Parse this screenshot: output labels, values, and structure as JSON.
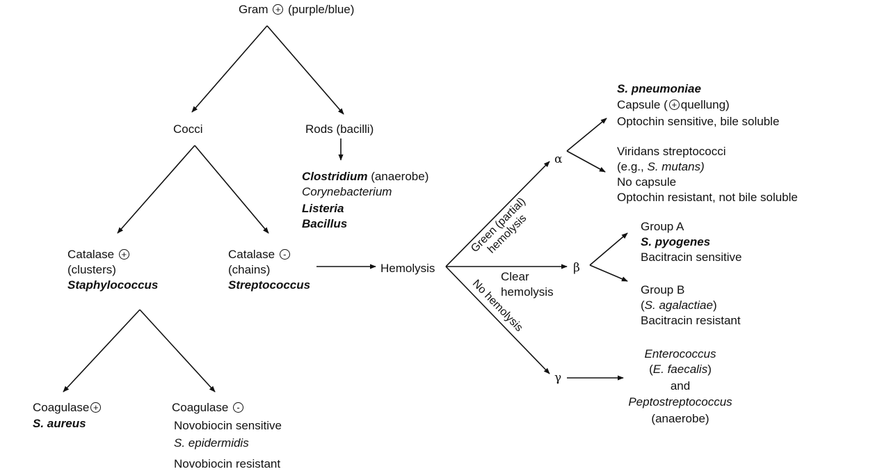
{
  "root": {
    "label_pre": "Gram",
    "sign": "+",
    "label_post": "(purple/blue)"
  },
  "cocci": "Cocci",
  "rods": "Rods (bacilli)",
  "rods_list": {
    "clostridium": "Clostridium",
    "clostridium_note": "(anaerobe)",
    "corynebacterium": "Corynebacterium",
    "listeria": "Listeria",
    "bacillus": "Bacillus"
  },
  "catalase_pos": {
    "label": "Catalase",
    "sign": "+",
    "arrangement": "(clusters)",
    "genus": "Staphylococcus"
  },
  "catalase_neg": {
    "label": "Catalase",
    "sign": "-",
    "arrangement": "(chains)",
    "genus": "Streptococcus"
  },
  "coagulase_pos": {
    "label": "Coagulase",
    "sign": "+",
    "species": "S. aureus"
  },
  "coagulase_neg": {
    "label": "Coagulase",
    "sign": "-",
    "line1": "Novobiocin sensitive",
    "species": "S. epidermidis",
    "line3": "Novobiocin resistant"
  },
  "hemolysis": "Hemolysis",
  "edges": {
    "green_line1": "Green (partial)",
    "green_line2": "hemolysis",
    "clear_line1": "Clear",
    "clear_line2": "hemolysis",
    "none": "No hemolysis"
  },
  "greek": {
    "alpha": "α",
    "beta": "β",
    "gamma": "γ"
  },
  "alpha_a": {
    "species": "S. pneumoniae",
    "capsule_pre": "Capsule (",
    "capsule_sign": "+",
    "capsule_post": "quellung)",
    "line3": "Optochin sensitive, bile soluble"
  },
  "alpha_b": {
    "line1": "Viridans streptococci",
    "eg_pre": "(e.g.,",
    "eg_species": "S. mutans)",
    "line3": "No capsule",
    "line4": "Optochin resistant, not bile soluble"
  },
  "beta_a": {
    "line1": "Group A",
    "species": "S. pyogenes",
    "line3": "Bacitracin sensitive"
  },
  "beta_b": {
    "line1": "Group B",
    "species_pre": "(",
    "species": "S. agalactiae",
    "species_post": ")",
    "line3": "Bacitracin resistant"
  },
  "gamma_box": {
    "line1": "Enterococcus",
    "line2_pre": "(",
    "line2": "E. faecalis",
    "line2_post": ")",
    "line3": "and",
    "line4": "Peptostreptococcus",
    "line5": "(anaerobe)"
  }
}
